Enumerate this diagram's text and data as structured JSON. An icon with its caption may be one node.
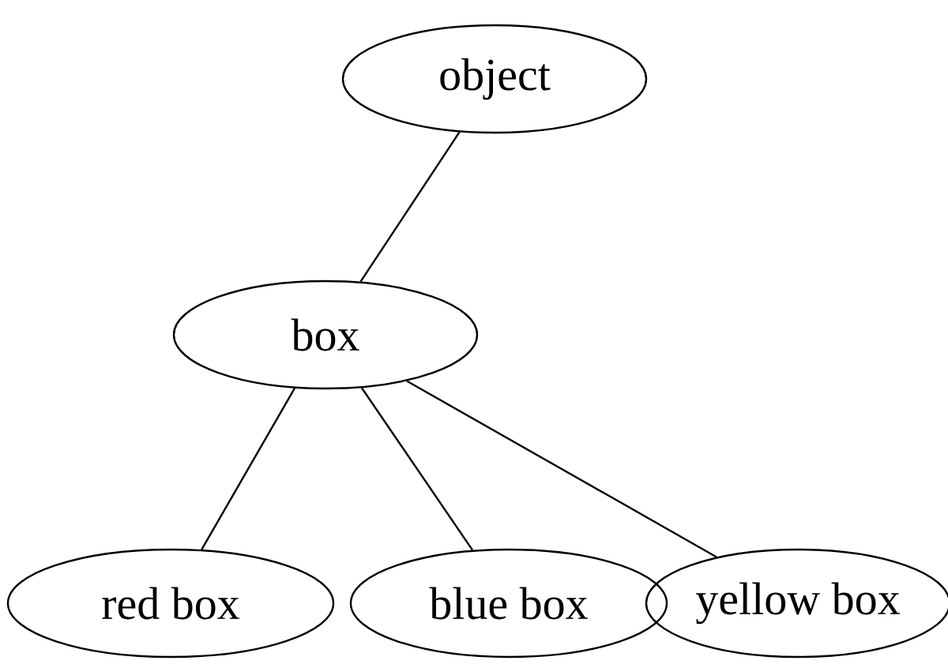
{
  "diagram": {
    "nodes": [
      {
        "text": [
          "object"
        ]
      },
      {
        "text": [
          "box"
        ]
      },
      {
        "text": [
          "red box"
        ]
      },
      {
        "text": [
          "blue box"
        ]
      },
      {
        "text": [
          "yellow box"
        ]
      }
    ],
    "edges": [
      {
        "from": 0,
        "to": 1,
        "arrow": "none"
      },
      {
        "from": 1,
        "to": 2,
        "arrow": "none"
      },
      {
        "from": 1,
        "to": 3,
        "arrow": "none"
      },
      {
        "from": 1,
        "to": 4,
        "arrow": "none"
      }
    ]
  }
}
